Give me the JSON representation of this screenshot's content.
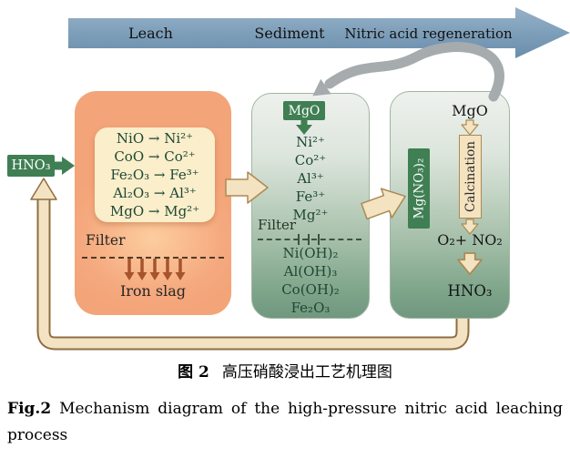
{
  "figure": {
    "banner": {
      "labels": [
        "Leach",
        "Sediment",
        "Nitric acid regeneration"
      ]
    },
    "acid_badge": "HNO₃",
    "leach_box": {
      "reactions": [
        "NiO → Ni²⁺",
        "CoO → Co²⁺",
        "Fe₂O₃ → Fe³⁺",
        "Al₂O₃ → Al³⁺",
        "MgO → Mg²⁺"
      ],
      "filter_label": "Filter",
      "residue": "Iron slag"
    },
    "precipitation_box": {
      "mgo_badge": "MgO",
      "ions": [
        "Ni²⁺",
        "Co²⁺",
        "Al³⁺",
        "Fe³⁺",
        "Mg²⁺"
      ],
      "filter_label": "Filter",
      "precipitates": [
        "Ni(OH)₂",
        "Al(OH)₃",
        "Co(OH)₂",
        "Fe₂O₃"
      ]
    },
    "transfer_badge": "Mg(NO₃)₂",
    "regeneration_box": {
      "mgo_label": "MgO",
      "calcination": "Calcination",
      "gases": "O₂+ NO₂",
      "acid": "HNO₃"
    }
  },
  "caption": {
    "zh_label": "图 2",
    "zh_text": "高压硝酸浸出工艺机理图",
    "en_label": "Fig.2",
    "en_line1": "Mechanism diagram of the high-pressure nitric acid leaching",
    "en_line2": "process"
  },
  "colors": {
    "banner_blue": "#7e9fba",
    "badge_green": "#3f7f53",
    "leach_orange": "#f4a87d",
    "panel_green_bottom": "#70987f",
    "arrow_tan": "#f4e3c0",
    "loop_gray": "#a6abae",
    "slag_brown": "#a5542e"
  }
}
